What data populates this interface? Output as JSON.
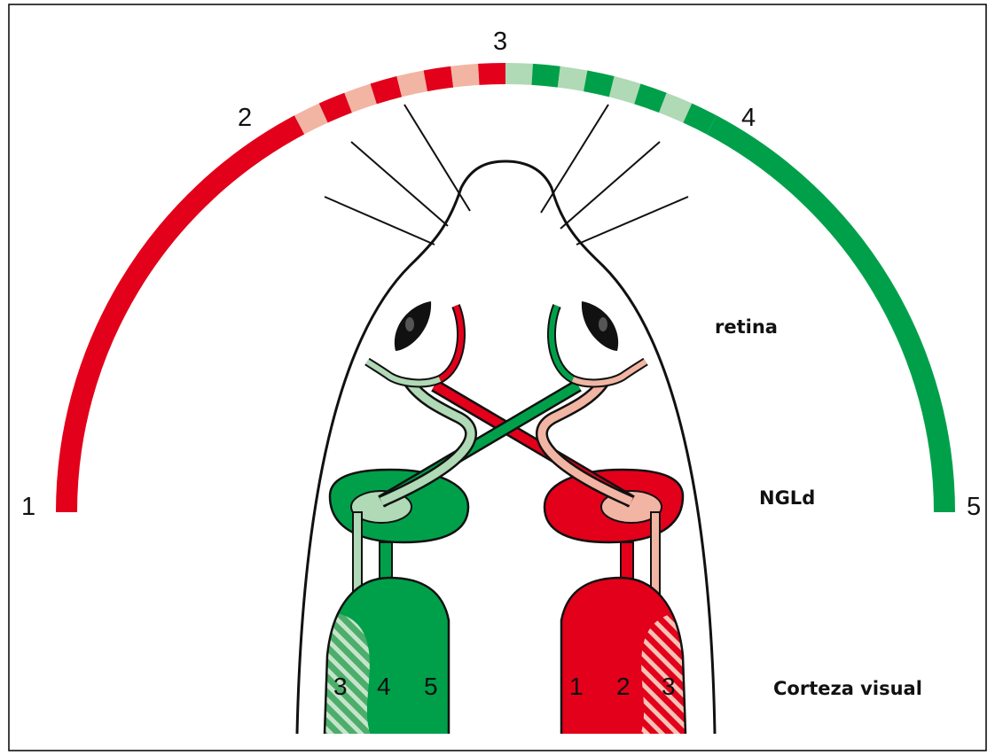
{
  "field_numbers": {
    "n1": "1",
    "n2": "2",
    "n3": "3",
    "n4": "4",
    "n5": "5"
  },
  "labels": {
    "retina": "retina",
    "ngld": "NGLd",
    "cortex": "Corteza visual"
  },
  "left_cortex_numbers": {
    "a": "3",
    "b": "4",
    "c": "5"
  },
  "right_cortex_numbers": {
    "a": "1",
    "b": "2",
    "c": "3"
  },
  "colors": {
    "red": "#e2001a",
    "light_red": "#f2b5a3",
    "green": "#00a04a",
    "light_green": "#b0d9b6",
    "outline": "#111111"
  }
}
